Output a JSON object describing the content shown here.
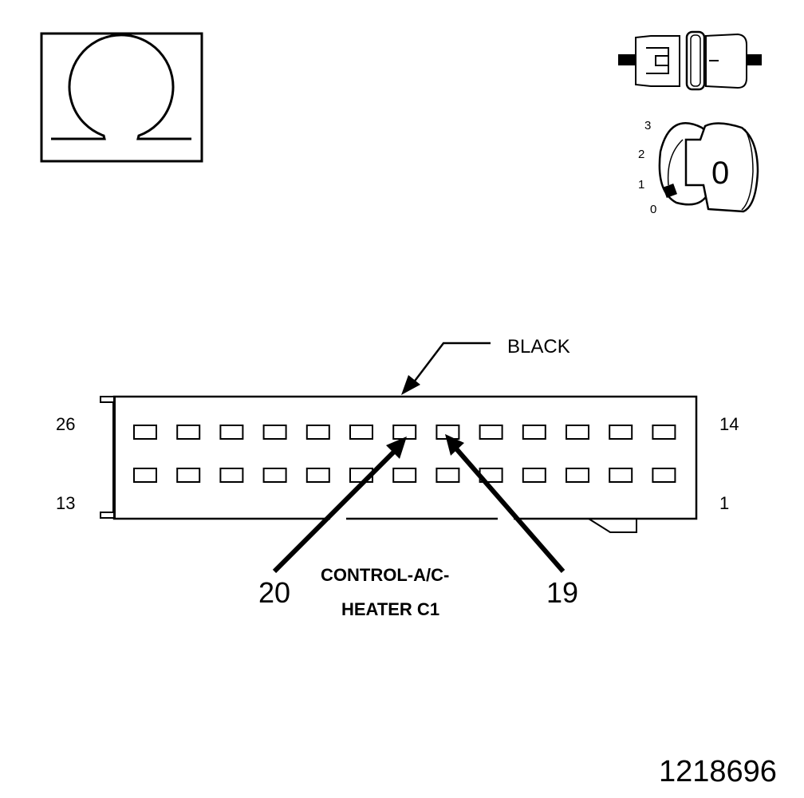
{
  "symbol": {
    "name": "ohm-symbol-icon"
  },
  "ignition": {
    "connector_icon": "disconnected-connector-icon",
    "key_icon": "ignition-key-icon",
    "key_positions": [
      "3",
      "2",
      "1",
      "0"
    ],
    "key_face": "0"
  },
  "connector": {
    "color": "BLACK",
    "rows": {
      "top": {
        "left_pin": "26",
        "right_pin": "14",
        "cavities": 13
      },
      "bottom": {
        "left_pin": "13",
        "right_pin": "1",
        "cavities": 13
      }
    },
    "callouts": [
      {
        "pin": "20"
      },
      {
        "pin": "19"
      }
    ],
    "title_lines": [
      "CONTROL-A/C-",
      "HEATER C1"
    ]
  },
  "figure_id": "1218696"
}
